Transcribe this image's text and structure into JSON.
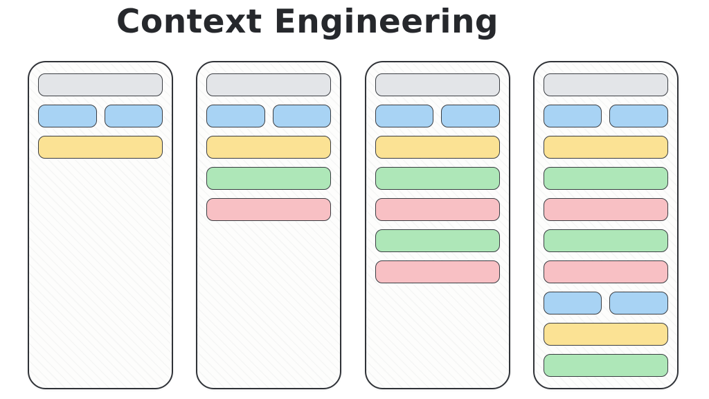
{
  "title": "Context Engineering",
  "colors": {
    "gray": "#e3e5e8",
    "blue": "#a8d3f4",
    "yellow": "#fbe294",
    "green": "#aee7b8",
    "pink": "#f8c0c4"
  },
  "panels": [
    {
      "name": "context-window-1",
      "rows": [
        [
          "gray"
        ],
        [
          "blue",
          "blue"
        ],
        [
          "yellow"
        ]
      ]
    },
    {
      "name": "context-window-2",
      "rows": [
        [
          "gray"
        ],
        [
          "blue",
          "blue"
        ],
        [
          "yellow"
        ],
        [
          "green"
        ],
        [
          "pink"
        ]
      ]
    },
    {
      "name": "context-window-3",
      "rows": [
        [
          "gray"
        ],
        [
          "blue",
          "blue"
        ],
        [
          "yellow"
        ],
        [
          "green"
        ],
        [
          "pink"
        ],
        [
          "green"
        ],
        [
          "pink"
        ]
      ]
    },
    {
      "name": "context-window-4",
      "rows": [
        [
          "gray"
        ],
        [
          "blue",
          "blue"
        ],
        [
          "yellow"
        ],
        [
          "green"
        ],
        [
          "pink"
        ],
        [
          "green"
        ],
        [
          "pink"
        ],
        [
          "blue",
          "blue"
        ],
        [
          "yellow"
        ],
        [
          "green"
        ]
      ]
    }
  ]
}
